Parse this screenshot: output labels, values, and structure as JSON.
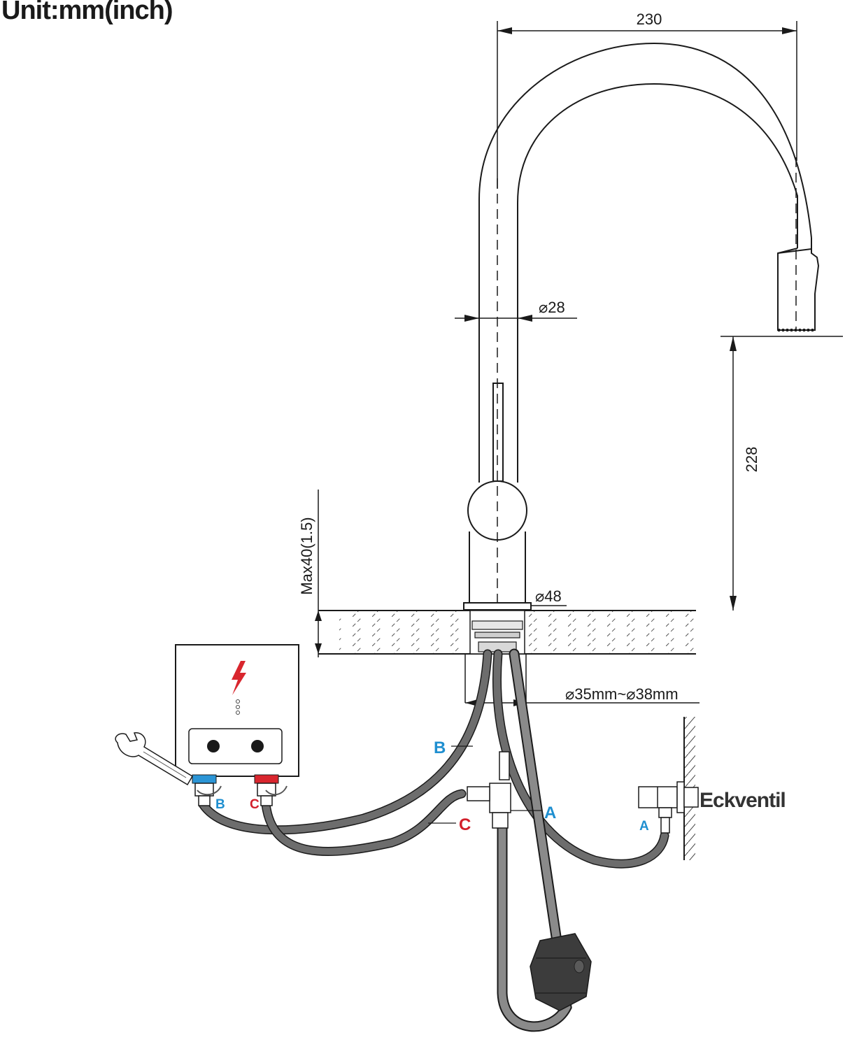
{
  "title": "Unit:mm(inch)",
  "dimensions": {
    "width": "230",
    "height": "228",
    "pipe_diameter": "⌀28",
    "base_diameter": "⌀48",
    "max_thickness": "Max40(1.5)",
    "hole_diameter": "⌀35mm~⌀38mm"
  },
  "labels": {
    "hose_b": "B",
    "hose_c": "C",
    "hose_a": "A",
    "heater_b": "B",
    "heater_c": "C",
    "valve_a": "A",
    "angle_valve": "Eckventil"
  },
  "colors": {
    "line": "#1a1a1a",
    "hose": "#6d6d6d",
    "label_blue": "#1f8fd0",
    "label_red": "#d21f2b",
    "connector_blue": "#2b95d6",
    "connector_red": "#d9262e"
  },
  "icons": [
    "lightning-icon",
    "wrench-icon"
  ]
}
